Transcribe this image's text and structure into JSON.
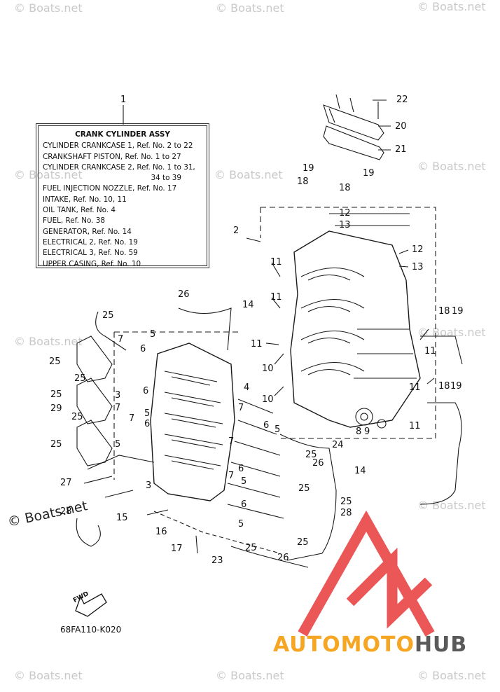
{
  "watermarks": {
    "text": "© Boats.net",
    "prominent": "© Boats.net"
  },
  "title_box": {
    "title": "CRANK CYLINDER ASSY",
    "lines": [
      "CYLINDER CRANKCASE 1,  Ref. No. 2 to 22",
      "CRANKSHAFT PISTON,  Ref. No. 1 to 27",
      "CYLINDER CRANKCASE 2,  Ref. No. 1 to 31,",
      "34 to 39",
      "FUEL INJECTION NOZZLE,  Ref. No. 17",
      "INTAKE,  Ref. No. 10, 11",
      "OIL TANK,  Ref. No. 4",
      "FUEL,  Ref. No. 38",
      "GENERATOR,  Ref. No. 14",
      "ELECTRICAL 2,  Ref. No. 19",
      "ELECTRICAL 3,  Ref. No. 59",
      "UPPER CASING,  Ref. No. 10"
    ]
  },
  "callouts": [
    "1",
    "2",
    "3",
    "4",
    "5",
    "6",
    "7",
    "8",
    "9",
    "10",
    "11",
    "12",
    "13",
    "14",
    "15",
    "16",
    "17",
    "18",
    "19",
    "20",
    "21",
    "22",
    "23",
    "24",
    "25",
    "26",
    "27",
    "28",
    "29"
  ],
  "forward_label": "FWD",
  "diagram_code": "68FA110-K020",
  "logo": {
    "part1": "AUTOMOTO",
    "part2": "HUB",
    "color1": "#f6a623",
    "color2": "#5a5a5a",
    "triangle_color": "#e8393a"
  }
}
